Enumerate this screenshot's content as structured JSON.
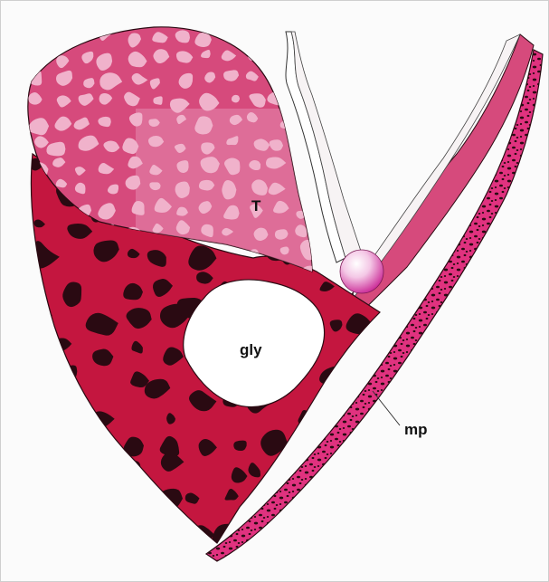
{
  "labels": {
    "t": "T",
    "gly": "gly",
    "mp": "mp"
  },
  "colors": {
    "background": "#fbfbfb",
    "tissue_red": "#c4163f",
    "tissue_dark": "#2a0a12",
    "upper_pink": "#d64a7c",
    "pale_blob": "#f0b2cb",
    "gland_pink": "#c84a6e",
    "membrane_stripe": "#e0327f",
    "sphere": "#cc2f99"
  }
}
